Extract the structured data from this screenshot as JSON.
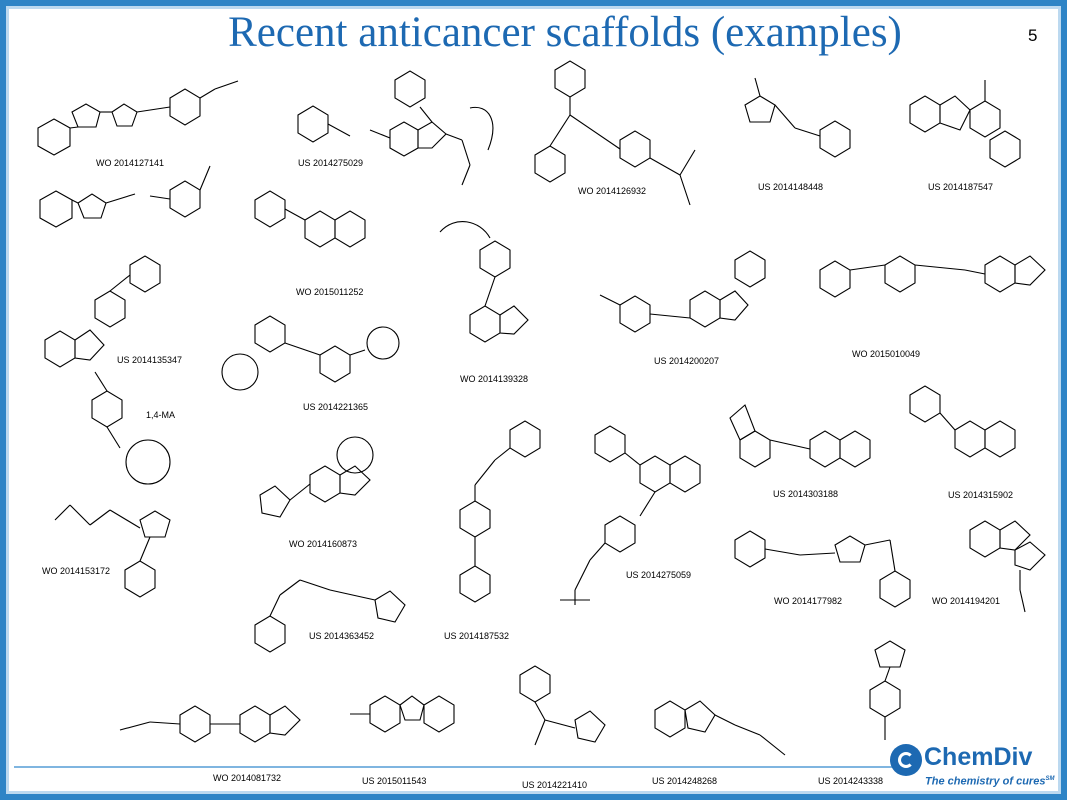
{
  "slide": {
    "title": "Recent anticancer scaffolds (examples)",
    "number": "5"
  },
  "labels": [
    "WO 2014127141",
    "US 2014275029",
    "WO 2014126932",
    "US 2014148448",
    "US 2014187547",
    "WO 2015011252",
    "US 2014135347",
    "US 2014221365",
    "WO 2014139328",
    "US 2014200207",
    "WO 2015010049",
    "US 2014303188",
    "US 2014315902",
    "WO 2014160873",
    "WO 2014153172",
    "US 2014363452",
    "US 2014187532",
    "US 2014275059",
    "WO 2014177982",
    "WO 2014194201",
    "WO 2014081732",
    "US 2015011543",
    "US 2014221410",
    "US 2014248268",
    "US 2014243338"
  ],
  "annotation": "1,4-MA",
  "brand": {
    "name": "ChemDiv",
    "tagline": "The chemistry of cures",
    "mark": "SM",
    "color": "#1d69b2"
  },
  "icons": [
    "chemdiv-logo-icon"
  ]
}
